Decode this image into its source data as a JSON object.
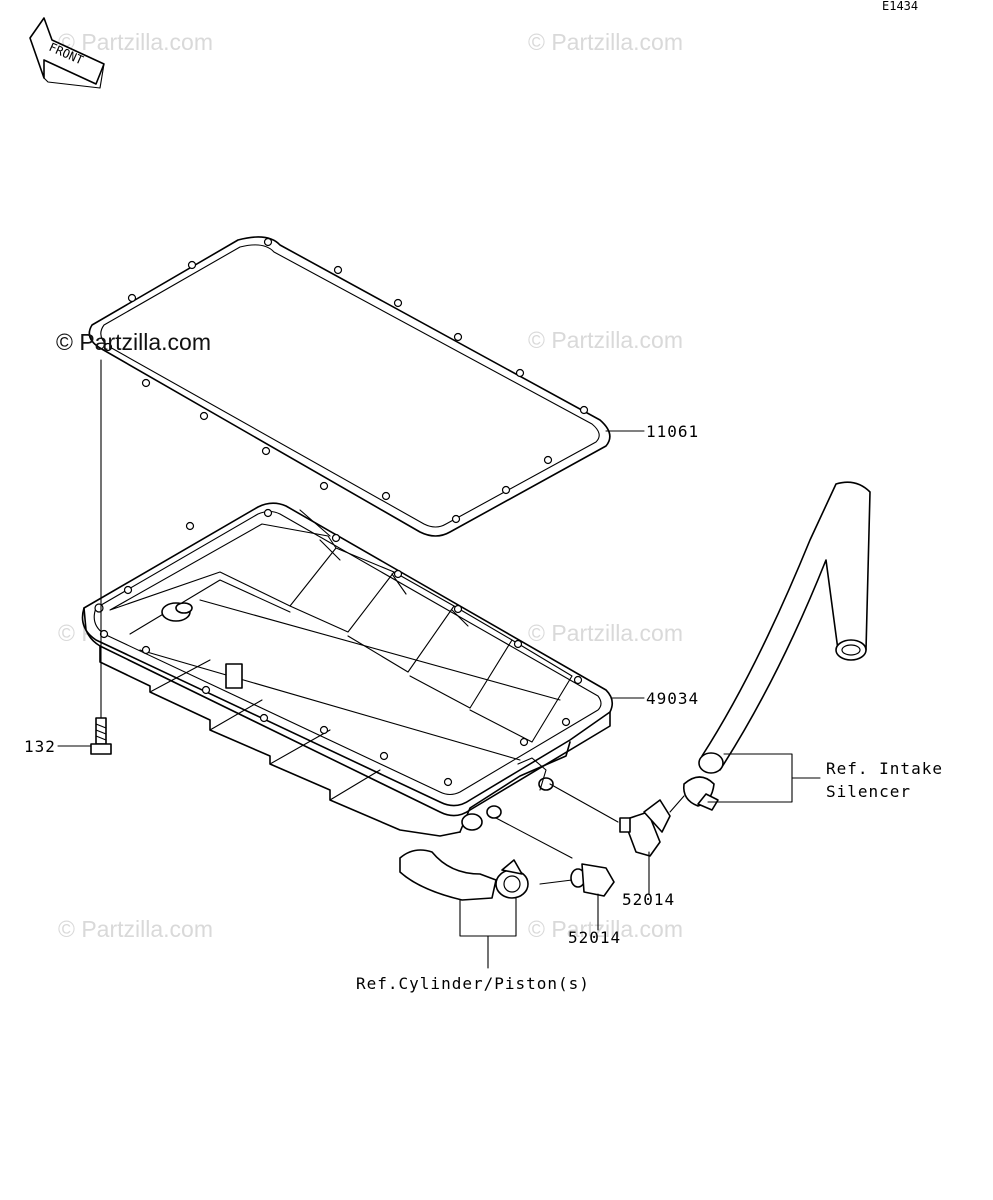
{
  "diagram_code": "E1434",
  "front_arrow_label": "FRONT",
  "watermark_text": "© Partzilla.com",
  "parts": {
    "gasket": "11061",
    "oil_pan": "49034",
    "bolt": "132",
    "fitting_upper": "52014",
    "fitting_lower": "52014"
  },
  "references": {
    "intake_line1": "Ref. Intake",
    "intake_line2": "Silencer",
    "cylinder": "Ref.Cylinder/Piston(s)"
  }
}
